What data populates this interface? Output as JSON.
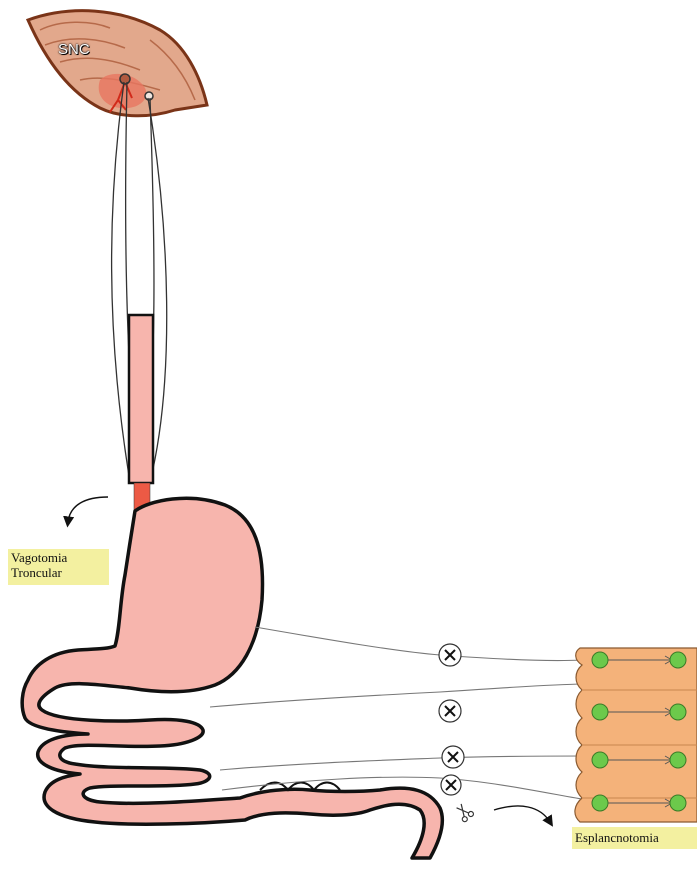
{
  "labels": {
    "snc": "SNC",
    "vagotomia": "Vagotomia\nTroncular",
    "esplancnotomia": "Esplancnotomia"
  },
  "colors": {
    "organ_fill": "#f7b5ad",
    "organ_stroke": "#111111",
    "cut_segment": "#ec5a45",
    "brain_fill": "#e2a88c",
    "brain_border": "#8b3a1e",
    "spinal_fill": "#f4b27a",
    "ganglion": "#6cc94b",
    "label_bg": "#f3f0a0"
  },
  "icons": {
    "nerve_block": "x-circle-icon",
    "cut": "scissors-icon",
    "direction": "curved-arrow-icon"
  }
}
